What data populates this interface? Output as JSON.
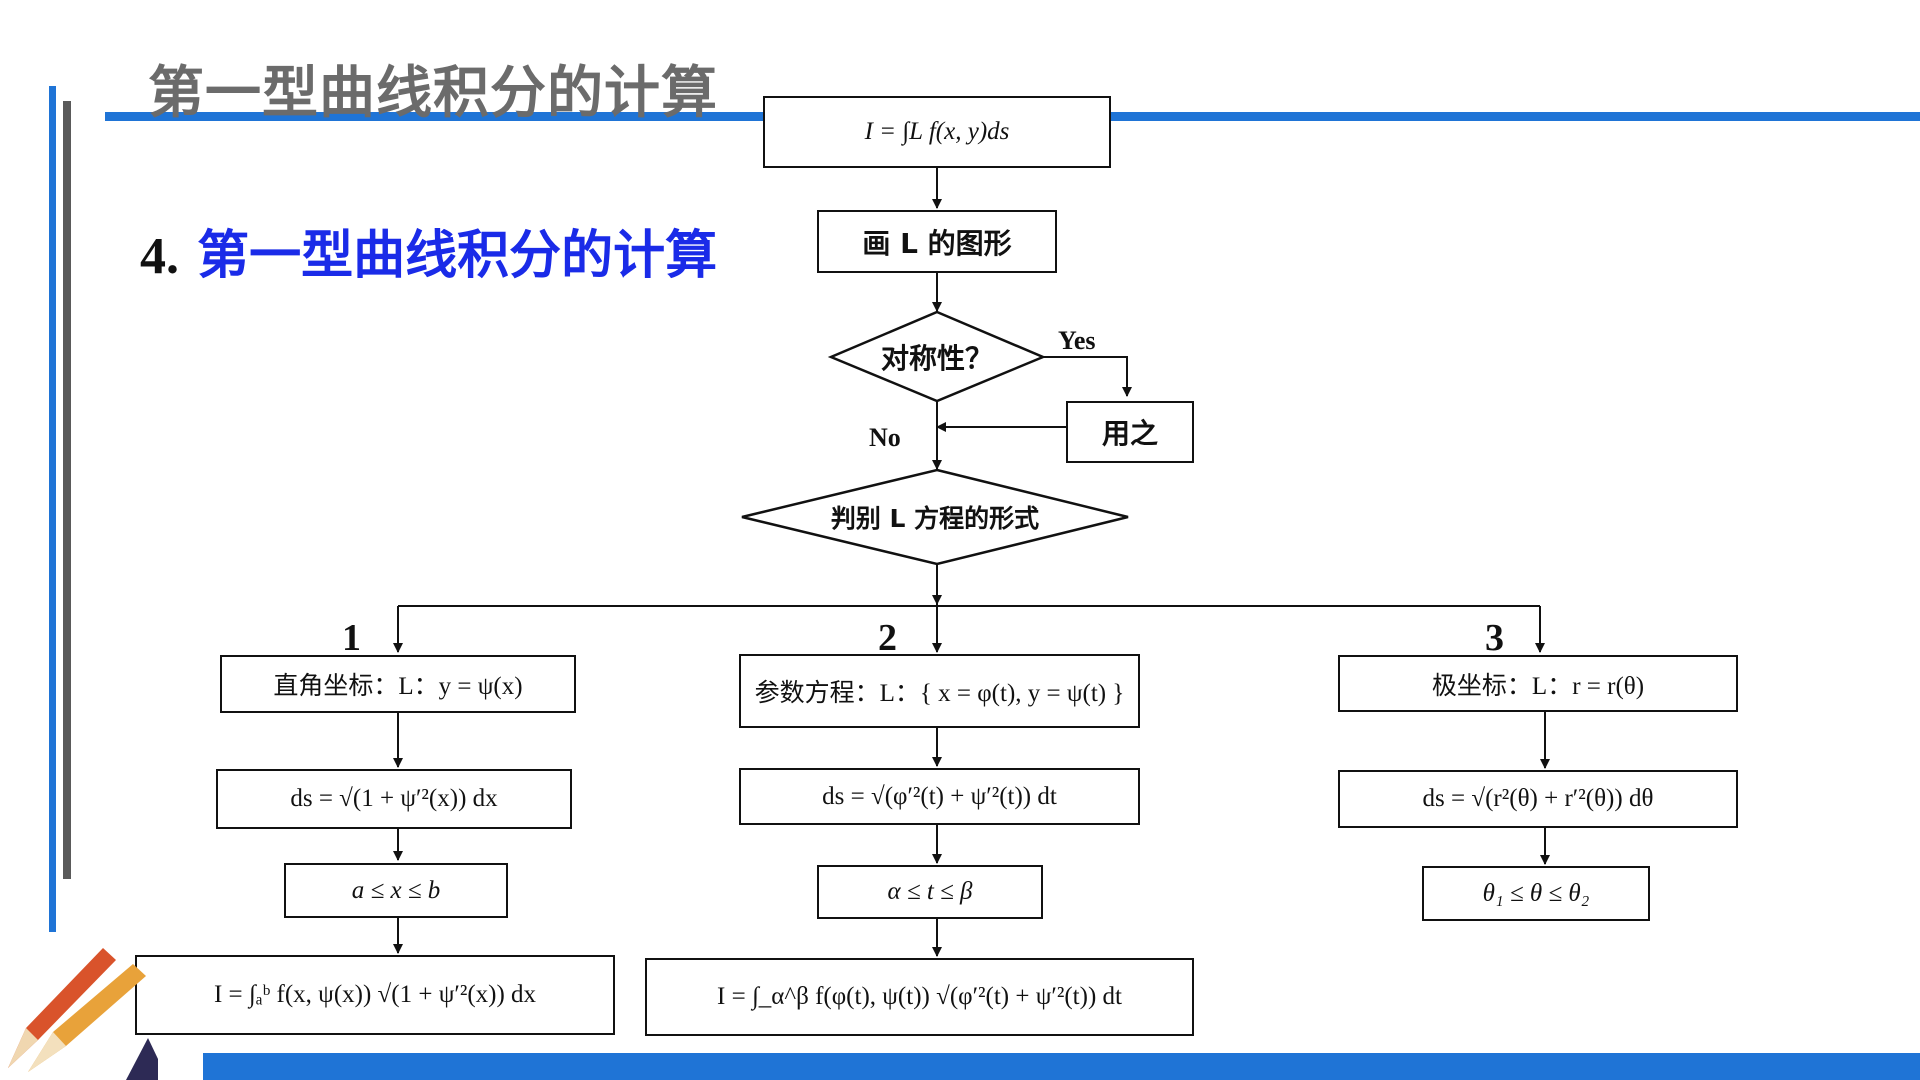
{
  "slide": {
    "title": "第一型曲线积分的计算",
    "heading_number": "4.",
    "heading_text": "第一型曲线积分的计算"
  },
  "flowchart": {
    "integral_def": "I = ∫L f(x, y)ds",
    "step_draw": "画 L 的图形",
    "decision_symmetry": "对称性？",
    "yes_label": "Yes",
    "no_label": "No",
    "use_it": "用之",
    "decision_form": "判别 L 方程的形式",
    "branch_numbers": [
      "1",
      "2",
      "3"
    ],
    "branch_rect": {
      "form": "直角坐标：L：y = ψ(x)",
      "ds": "ds = √(1 + ψ′²(x)) dx",
      "range": "a ≤ x ≤ b",
      "integral": "I = ∫ₐᵇ f(x, ψ(x)) √(1 + ψ′²(x)) dx"
    },
    "branch_param": {
      "form": "参数方程：L：{ x = φ(t), y = ψ(t) }",
      "ds": "ds = √(φ′²(t) + ψ′²(t)) dt",
      "range": "α ≤ t ≤ β",
      "integral": "I = ∫_α^β f(φ(t), ψ(t)) √(φ′²(t) + ψ′²(t)) dt"
    },
    "branch_polar": {
      "form": "极坐标：L：r = r(θ)",
      "ds": "ds = √(r²(θ) + r′²(θ)) dθ",
      "range": "θ₁ ≤ θ ≤ θ₂"
    }
  },
  "colors": {
    "accent_blue": "#1f74d6",
    "heading_blue": "#1a2be8",
    "title_gray": "#6b6b6b"
  }
}
